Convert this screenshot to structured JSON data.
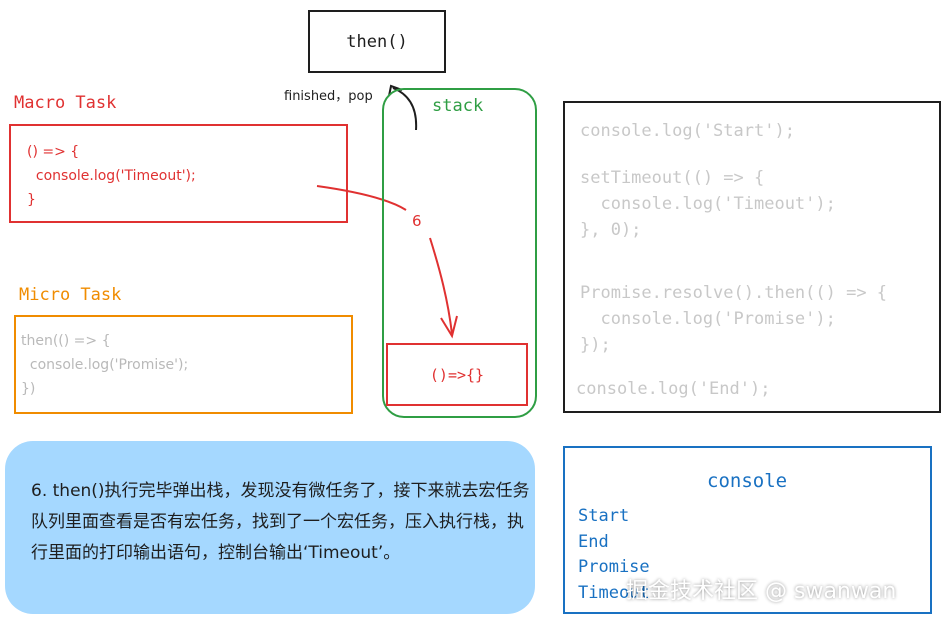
{
  "top_box": {
    "label": "then()"
  },
  "pop_label": "finished，pop",
  "macro": {
    "title": "Macro Task",
    "code": [
      "() => {",
      "  console.log('Timeout');",
      "}"
    ]
  },
  "micro": {
    "title": "Micro Task",
    "code": [
      "then(() => {",
      "  console.log('Promise');",
      "})"
    ]
  },
  "stack": {
    "title": "stack",
    "item": "()=>{}",
    "arrow_label": "6"
  },
  "source_code": [
    "console.log('Start');",
    "setTimeout(() => {",
    "  console.log('Timeout');",
    "}, 0);",
    "Promise.resolve().then(() => {",
    "  console.log('Promise');",
    "});",
    "console.log('End');"
  ],
  "note": "6. then()执行完毕弹出栈，发现没有微任务了，接下来就去宏任务队列里面查看是否有宏任务，找到了一个宏任务，压入执行栈，执行里面的打印输出语句，控制台输出‘Timeout’。",
  "console": {
    "title": "console",
    "lines": [
      "Start",
      "End",
      "Promise",
      "Timeout"
    ]
  },
  "watermark": "掘金技术社区 @ swanwan",
  "colors": {
    "red": "#e03131",
    "orange": "#f08c00",
    "green": "#2f9e44",
    "blue": "#1971c2",
    "note_bg": "#a5d8ff",
    "code_gray": "#c8c8c8"
  }
}
